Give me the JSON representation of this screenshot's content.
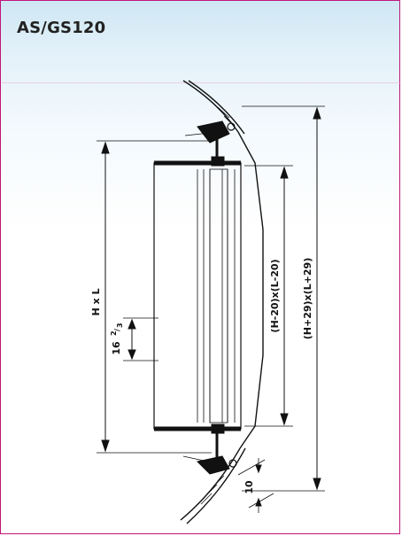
{
  "title": "AS/GS120",
  "dimensions": {
    "overall": "H x L",
    "inner": "(H-20)x(L-20)",
    "outer": "(H+29)x(L+29)",
    "depth_main": "16",
    "depth_frac_num": "2",
    "depth_frac_den": "3",
    "clip": "10"
  },
  "colors": {
    "border": "#c0157a",
    "header_bg": "#cfe7f4",
    "line": "#111111"
  }
}
